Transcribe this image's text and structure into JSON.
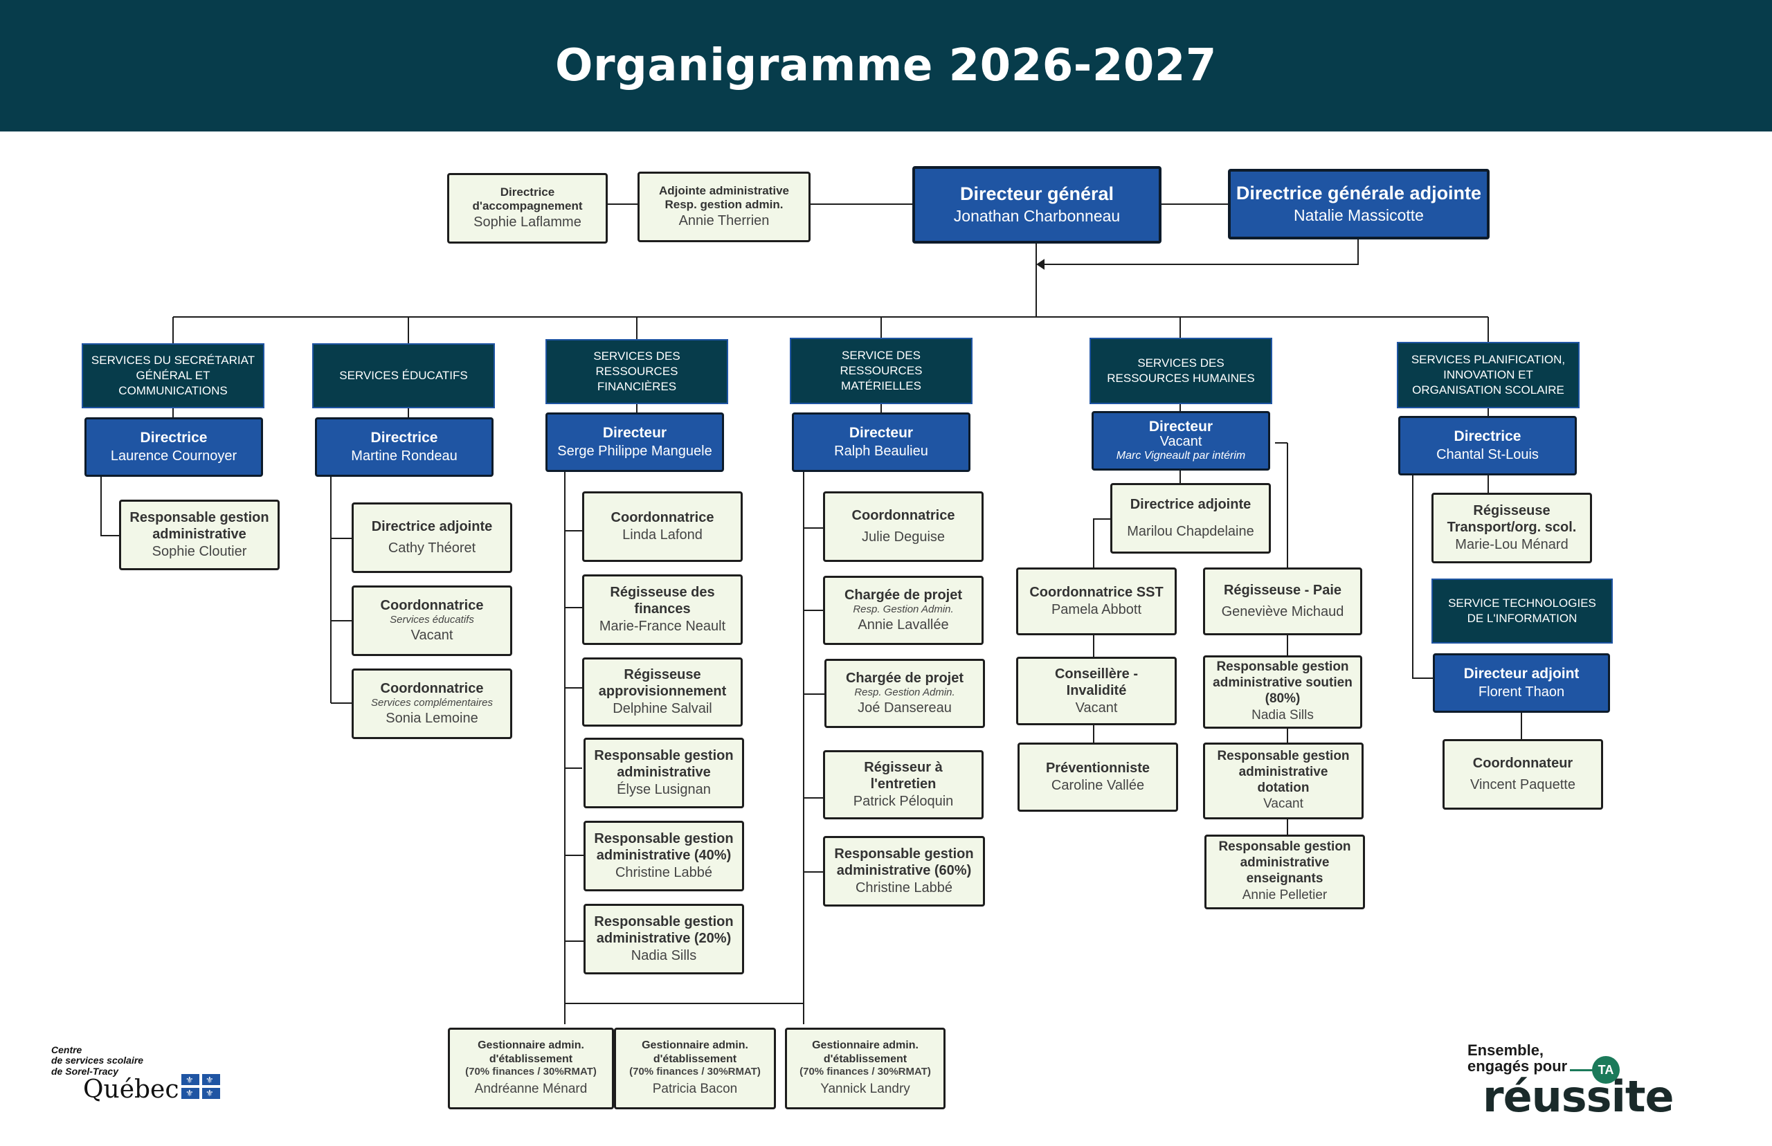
{
  "title": "Organigramme 2026-2027",
  "top": {
    "dg": {
      "title": "Directeur général",
      "name": "Jonathan Charbonneau"
    },
    "dga": {
      "title": "Directrice générale adjointe",
      "name": "Natalie Massicotte"
    },
    "accomp": {
      "title": "Directrice d'accompagnement",
      "name": "Sophie Laflamme"
    },
    "adjointe": {
      "title": "Adjointe administrative",
      "sub": "Resp. gestion admin.",
      "name": "Annie Therrien"
    }
  },
  "services": {
    "sg": {
      "label": "SERVICES DU SECRÉTARIAT GÉNÉRAL ET COMMUNICATIONS",
      "head": {
        "title": "Directrice",
        "name": "Laurence Cournoyer"
      }
    },
    "se": {
      "label": "SERVICES ÉDUCATIFS",
      "head": {
        "title": "Directrice",
        "name": "Martine Rondeau"
      }
    },
    "srf": {
      "label": "SERVICES DES RESSOURCES FINANCIÈRES",
      "head": {
        "title": "Directeur",
        "name": "Serge Philippe Manguele"
      }
    },
    "srm": {
      "label": "SERVICE DES RESSOURCES MATÉRIELLES",
      "head": {
        "title": "Directeur",
        "name": "Ralph Beaulieu"
      }
    },
    "srh": {
      "label": "SERVICES DES RESSOURCES HUMAINES",
      "head": {
        "title": "Directeur",
        "name": "Vacant",
        "note": "Marc Vigneault par intérim"
      }
    },
    "spi": {
      "label": "SERVICES PLANIFICATION, INNOVATION ET ORGANISATION SCOLAIRE",
      "head": {
        "title": "Directrice",
        "name": "Chantal St-Louis"
      }
    },
    "sti": {
      "label": "SERVICE TECHNOLOGIES DE L'INFORMATION",
      "head": {
        "title": "Directeur adjoint",
        "name": "Florent Thaon"
      }
    }
  },
  "positions": {
    "sg1": {
      "title": "Responsable gestion administrative",
      "name": "Sophie Cloutier"
    },
    "se1": {
      "title": "Directrice adjointe",
      "name": "Cathy Théoret"
    },
    "se2": {
      "title": "Coordonnatrice",
      "sub": "Services éducatifs",
      "name": "Vacant"
    },
    "se3": {
      "title": "Coordonnatrice",
      "sub": "Services complémentaires",
      "name": "Sonia Lemoine"
    },
    "rf1": {
      "title": "Coordonnatrice",
      "name": "Linda Lafond"
    },
    "rf2": {
      "title": "Régisseuse des finances",
      "name": "Marie-France Neault"
    },
    "rf3": {
      "title": "Régisseuse approvisionnement",
      "name": "Delphine Salvail"
    },
    "rf4": {
      "title": "Responsable gestion administrative",
      "name": "Élyse Lusignan"
    },
    "rf5": {
      "title": "Responsable gestion administrative (40%)",
      "name": "Christine Labbé"
    },
    "rf6": {
      "title": "Responsable gestion administrative (20%)",
      "name": "Nadia Sills"
    },
    "rm1": {
      "title": "Coordonnatrice",
      "name": "Julie Deguise"
    },
    "rm2": {
      "title": "Chargée de projet",
      "sub": "Resp. Gestion Admin.",
      "name": "Annie Lavallée"
    },
    "rm3": {
      "title": "Chargée de projet",
      "sub": "Resp. Gestion Admin.",
      "name": "Joé Dansereau"
    },
    "rm4": {
      "title": "Régisseur à l'entretien",
      "name": "Patrick Péloquin"
    },
    "rm5": {
      "title": "Responsable gestion administrative (60%)",
      "name": "Christine Labbé"
    },
    "rh1": {
      "title": "Directrice adjointe",
      "name": "Marilou Chapdelaine"
    },
    "rh2": {
      "title": "Coordonnatrice SST",
      "name": "Pamela Abbott"
    },
    "rh3": {
      "title": "Conseillère - Invalidité",
      "name": "Vacant"
    },
    "rh4": {
      "title": "Préventionniste",
      "name": "Caroline Vallée"
    },
    "rh5": {
      "title": "Régisseuse - Paie",
      "name": "Geneviève Michaud"
    },
    "rh6": {
      "title": "Responsable gestion administrative soutien (80%)",
      "name": "Nadia Sills"
    },
    "rh7": {
      "title": "Responsable gestion administrative dotation",
      "name": "Vacant"
    },
    "rh8": {
      "title": "Responsable gestion administrative enseignants",
      "name": "Annie Pelletier"
    },
    "pi1": {
      "title": "Régisseuse Transport/org. scol.",
      "name": "Marie-Lou Ménard"
    },
    "ti1": {
      "title": "Coordonnateur",
      "name": "Vincent Paquette"
    },
    "ge1": {
      "title": "Gestionnaire admin. d'établissement",
      "sub": "(70% finances / 30%RMAT)",
      "name": "Andréanne Ménard"
    },
    "ge2": {
      "title": "Gestionnaire admin. d'établissement",
      "sub": "(70% finances / 30%RMAT)",
      "name": "Patricia Bacon"
    },
    "ge3": {
      "title": "Gestionnaire admin. d'établissement",
      "sub": "(70% finances / 30%RMAT)",
      "name": "Yannick Landry"
    }
  },
  "logos": {
    "css_line1": "Centre",
    "css_line2": "de services scolaire",
    "css_line3": "de Sorel-Tracy",
    "quebec": "Québec",
    "slogan1": "Ensemble,",
    "slogan2": "engagés pour",
    "slogan3": "réussite",
    "ta": "TA"
  },
  "colors": {
    "header": "#073c4b",
    "lead": "#1f55a3",
    "position_bg": "#f2f7e8",
    "brand_green": "#1b7a5a"
  }
}
